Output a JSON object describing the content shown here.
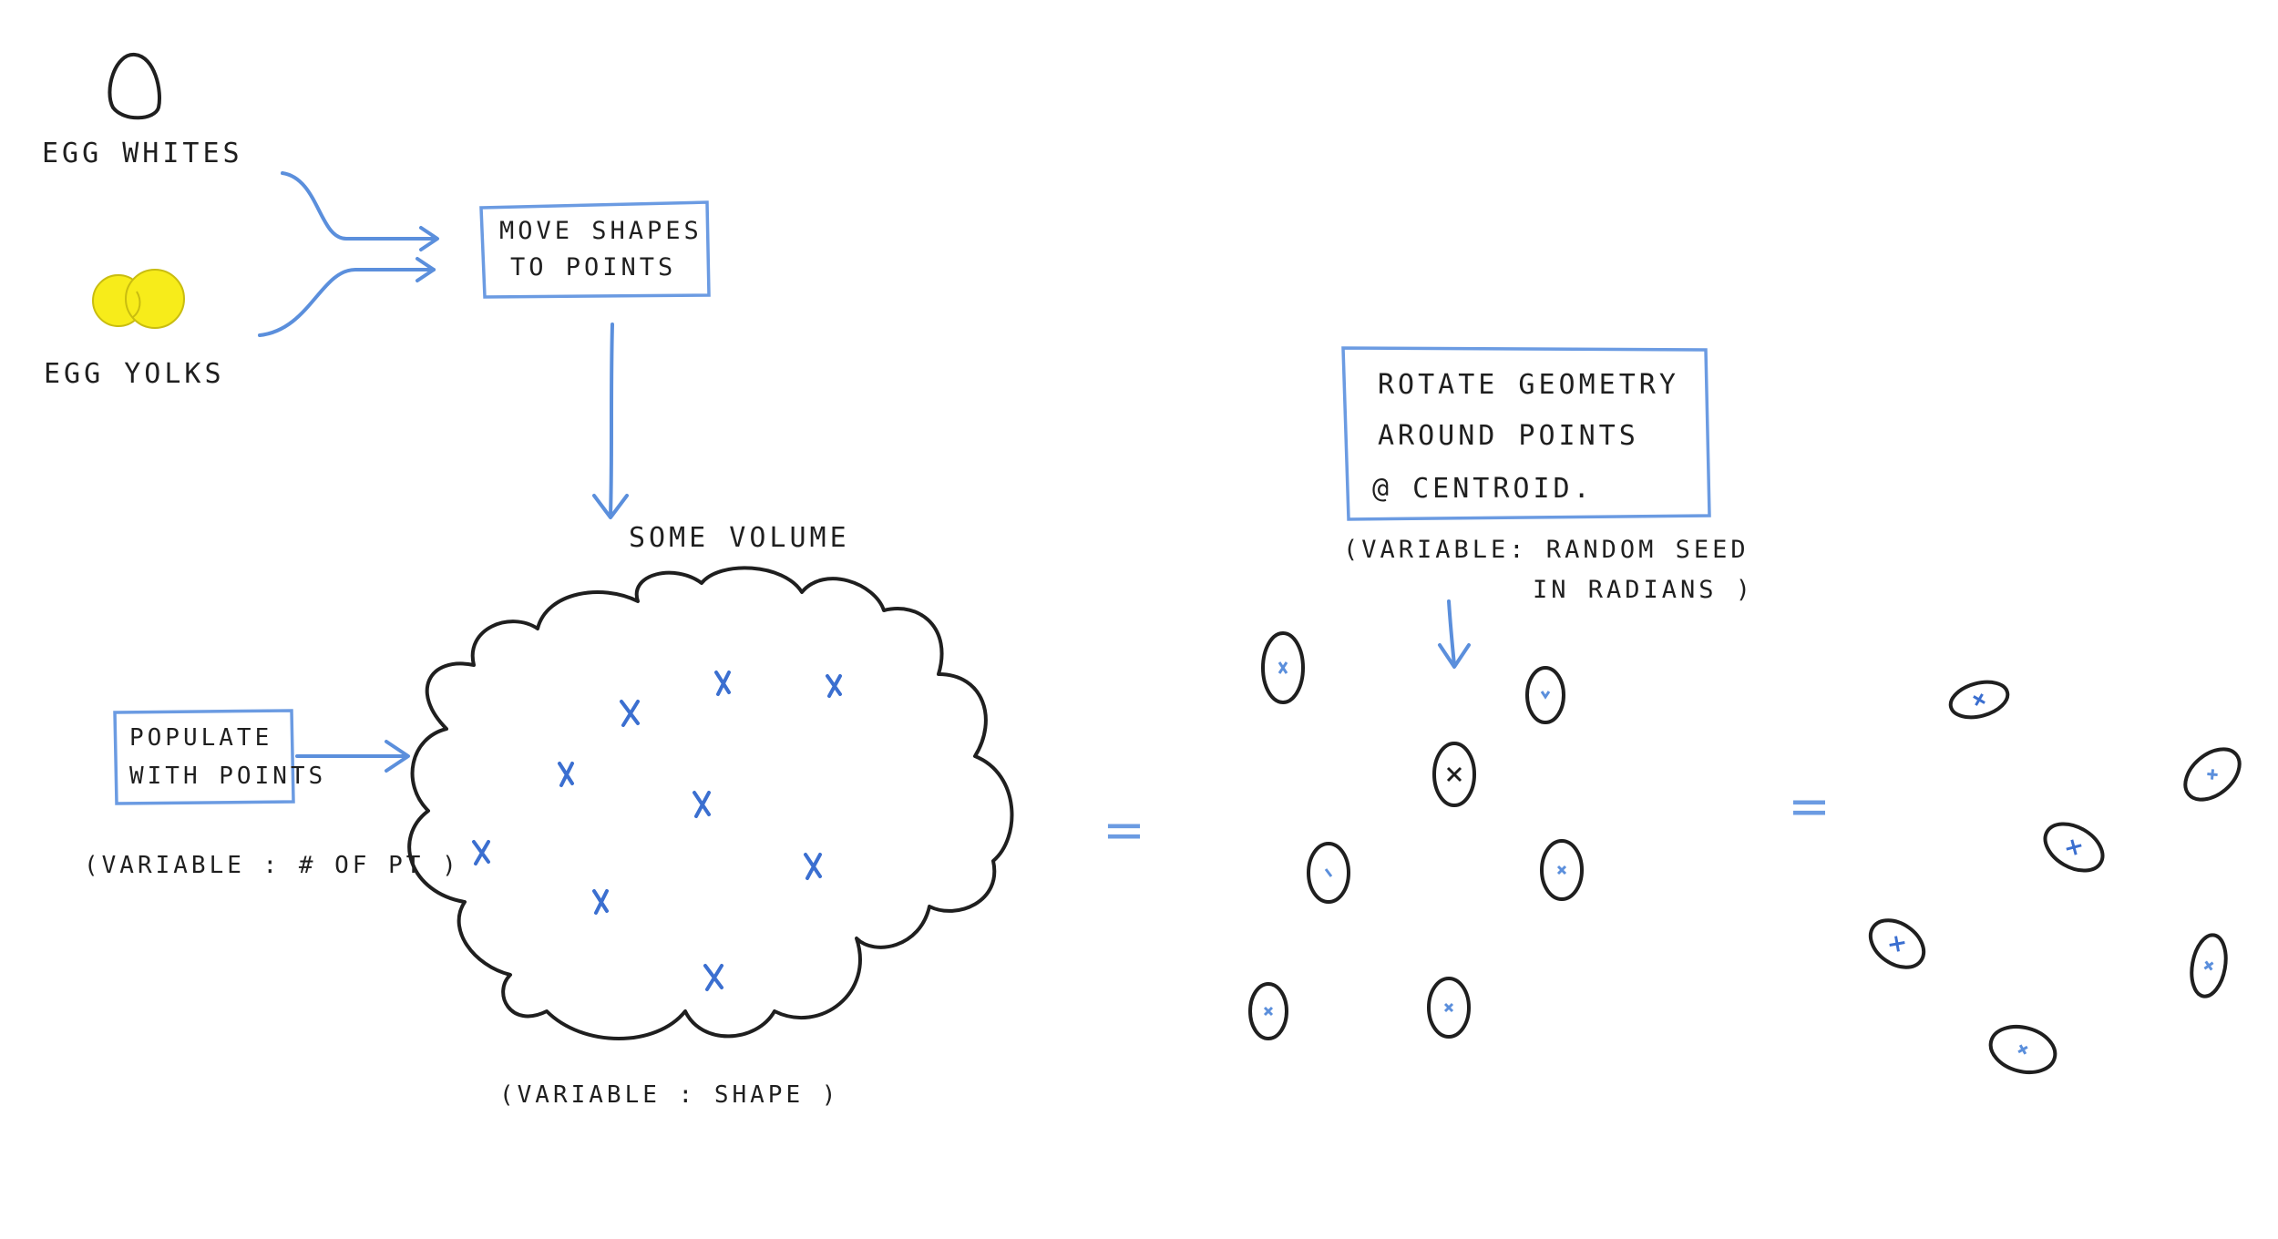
{
  "labels": {
    "egg_whites": "EGG   WHITES",
    "egg_yolks": "EGG   YOLKS",
    "move_line1": "MOVE  SHAPES",
    "move_line2": "TO   POINTS",
    "populate_line1": "POPULATE",
    "populate_line2": "WITH POINTS",
    "var_num_points": "(VARIABLE : # OF PT )",
    "some_volume": "SOME  VOLUME",
    "var_shape": "(VARIABLE  :   SHAPE )",
    "rotate_line1": "ROTATE   GEOMETRY",
    "rotate_line2": "AROUND    POINTS",
    "rotate_line3": "@  CENTROID.",
    "var_seed_line1": "(VARIABLE:  RANDOM SEED",
    "var_seed_line2": "IN RADIANS  )",
    "equals_1": "=",
    "equals_2": "="
  },
  "colors": {
    "ink": "#1f1f1f",
    "arrow_blue": "#5b8fdc",
    "mark_blue": "#3b6fd0",
    "yolk_yellow": "#f7ec1a"
  },
  "icons": {
    "egg_white": "egg-outline-icon",
    "egg_yolk": "yolk-blob-icon",
    "point": "x-mark-icon"
  }
}
